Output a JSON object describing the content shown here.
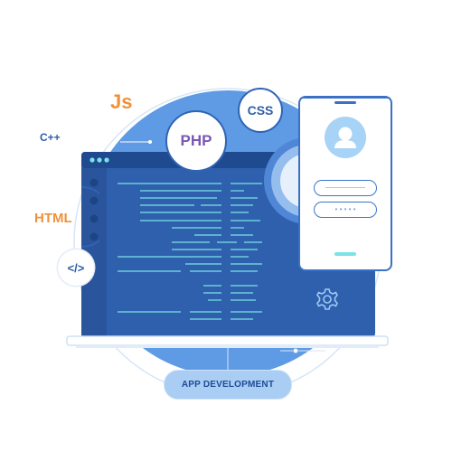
{
  "labels": {
    "js": "Js",
    "php": "PHP",
    "css": "CSS",
    "cpp": "C++",
    "html": "HTML",
    "code": "</>"
  },
  "cta": {
    "label": "APP DEVELOPMENT"
  },
  "phone": {
    "password_mask": "• • • • •"
  },
  "colors": {
    "blue_dark": "#2e5ea8",
    "blue_mid": "#3a6fc4",
    "blue_light": "#6fa7ea",
    "orange": "#f0913a",
    "purple": "#7a57b3",
    "navy_text": "#1d4c95",
    "cyan_code": "#7be3e6"
  },
  "icons": [
    "gear-icon",
    "user-avatar-icon",
    "code-brackets-icon",
    "window-dots-icon"
  ]
}
